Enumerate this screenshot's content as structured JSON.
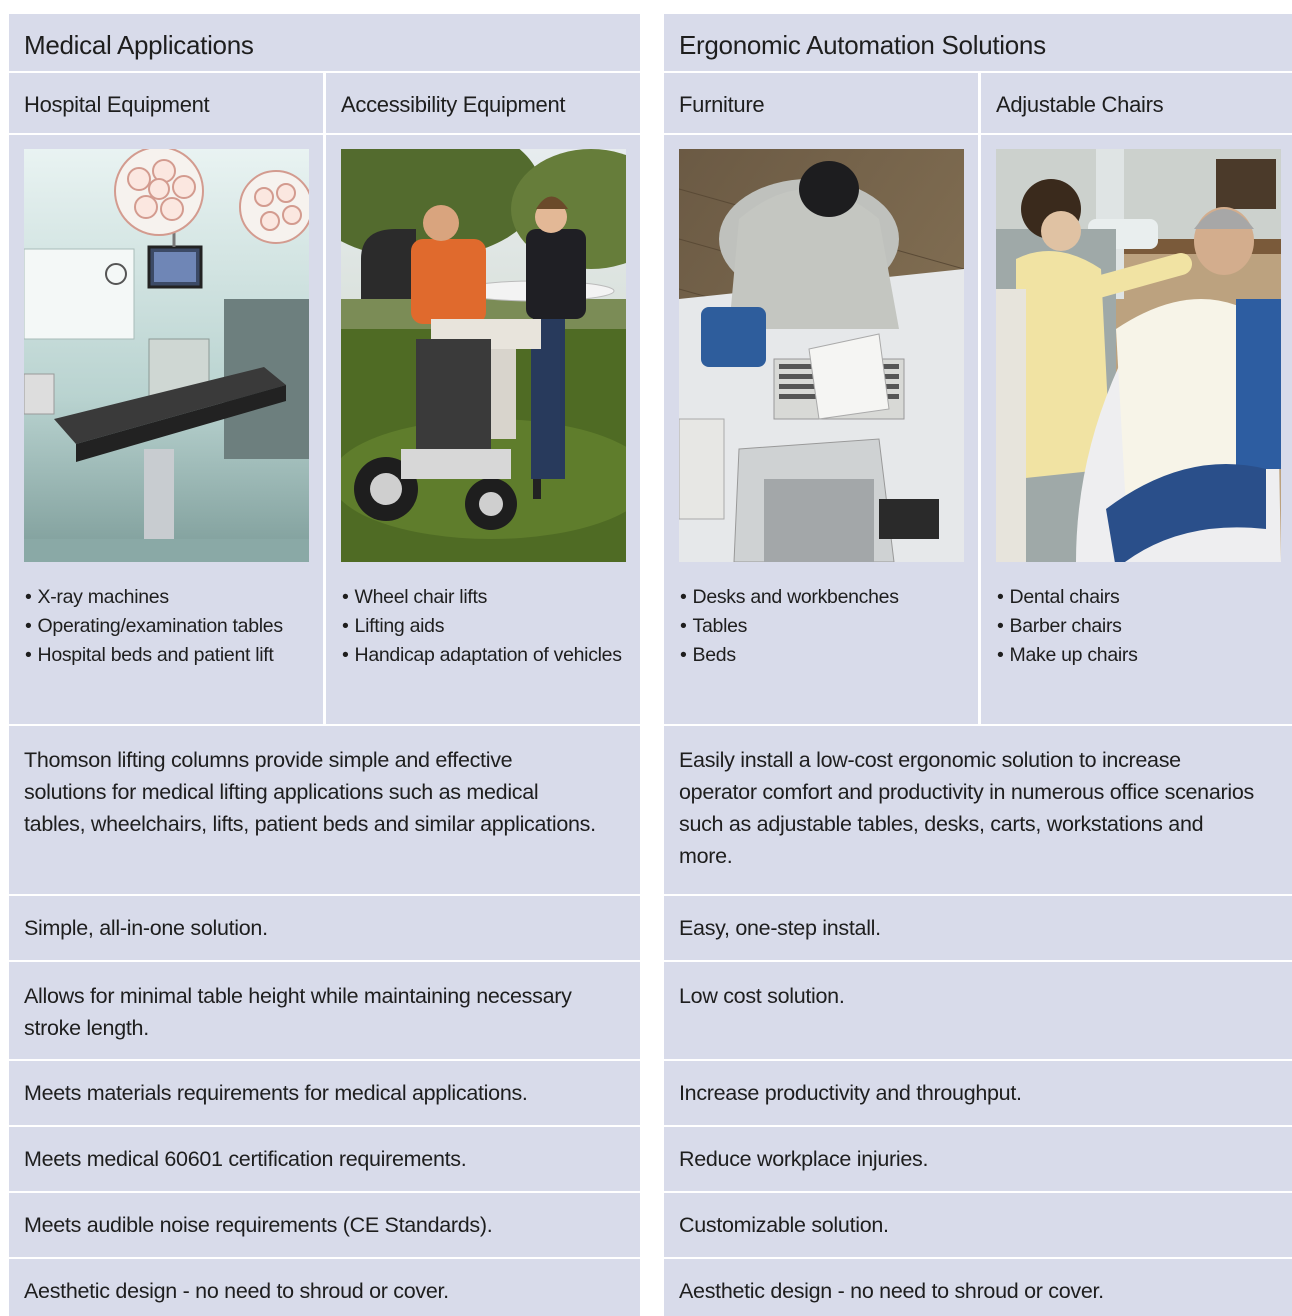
{
  "left": {
    "title": "Medical Applications",
    "col1": {
      "heading": "Hospital Equipment",
      "items": [
        "X-ray machines",
        "Operating/examination tables",
        "Hospital beds and patient lift"
      ]
    },
    "col2": {
      "heading": "Accessibility Equipment",
      "items": [
        "Wheel chair lifts",
        "Lifting aids",
        "Handicap adaptation of vehicles"
      ]
    },
    "description": "Thomson lifting columns provide simple and effective solutions for medical lifting applications such as medical tables, wheelchairs, lifts, patient beds and similar applications.",
    "features": [
      "Simple, all-in-one solution.",
      "Allows for minimal table height while maintaining necessary stroke length.",
      "Meets materials requirements for medical applications.",
      "Meets medical 60601 certification requirements.",
      "Meets audible noise requirements (CE Standards).",
      "Aesthetic design - no need to shroud or cover."
    ]
  },
  "right": {
    "title": "Ergonomic Automation Solutions",
    "col1": {
      "heading": "Furniture",
      "items": [
        "Desks and workbenches",
        "Tables",
        "Beds"
      ]
    },
    "col2": {
      "heading": "Adjustable Chairs",
      "items": [
        "Dental chairs",
        "Barber chairs",
        "Make up chairs"
      ]
    },
    "description": "Easily install a low-cost ergonomic solution to increase operator comfort and productivity in numerous office scenarios such as adjustable tables, desks, carts, workstations and more.",
    "features": [
      "Easy, one-step install.",
      "Low cost solution.",
      "Increase productivity and throughput.",
      "Reduce workplace injuries.",
      "Customizable solution.",
      "Aesthetic design - no need to shroud or cover."
    ]
  },
  "colors": {
    "cell_background": "#d8dbea",
    "text": "#1e1e1e",
    "gutter": "#ffffff"
  }
}
